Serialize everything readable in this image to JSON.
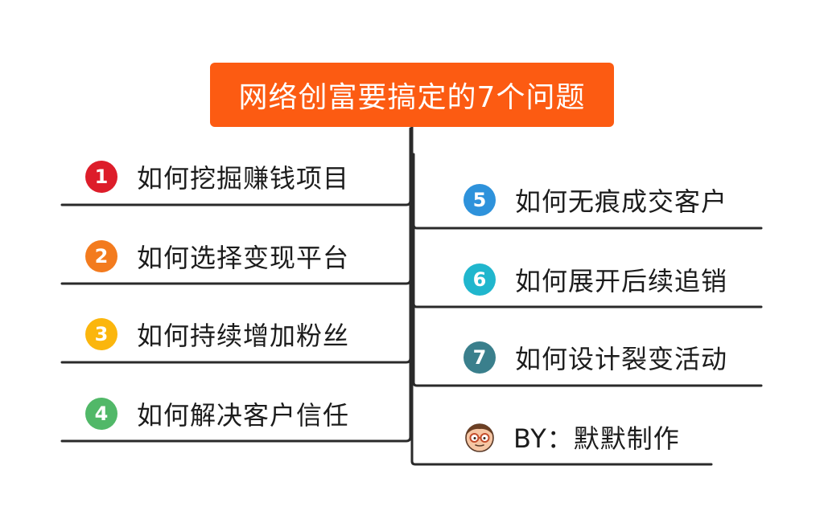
{
  "title": "网络创富要搞定的7个问题",
  "colors": {
    "title_bg": "#fc5b12",
    "line": "#2a2a2a",
    "text": "#1c1c1c"
  },
  "left_items": [
    {
      "num": "1",
      "label": "如何挖掘赚钱项目",
      "color": "#dd1d2a"
    },
    {
      "num": "2",
      "label": "如何选择变现平台",
      "color": "#f37b1e"
    },
    {
      "num": "3",
      "label": "如何持续增加粉丝",
      "color": "#fbb60d"
    },
    {
      "num": "4",
      "label": "如何解决客户信任",
      "color": "#51b868"
    }
  ],
  "right_items": [
    {
      "num": "5",
      "label": "如何无痕成交客户",
      "color": "#2e92db"
    },
    {
      "num": "6",
      "label": "如何展开后续追销",
      "color": "#20b6cd"
    },
    {
      "num": "7",
      "label": "如何设计裂变活动",
      "color": "#3a7f8c"
    }
  ],
  "byline": {
    "label": "BY：默默制作",
    "icon": "avatar-with-glasses-icon"
  }
}
